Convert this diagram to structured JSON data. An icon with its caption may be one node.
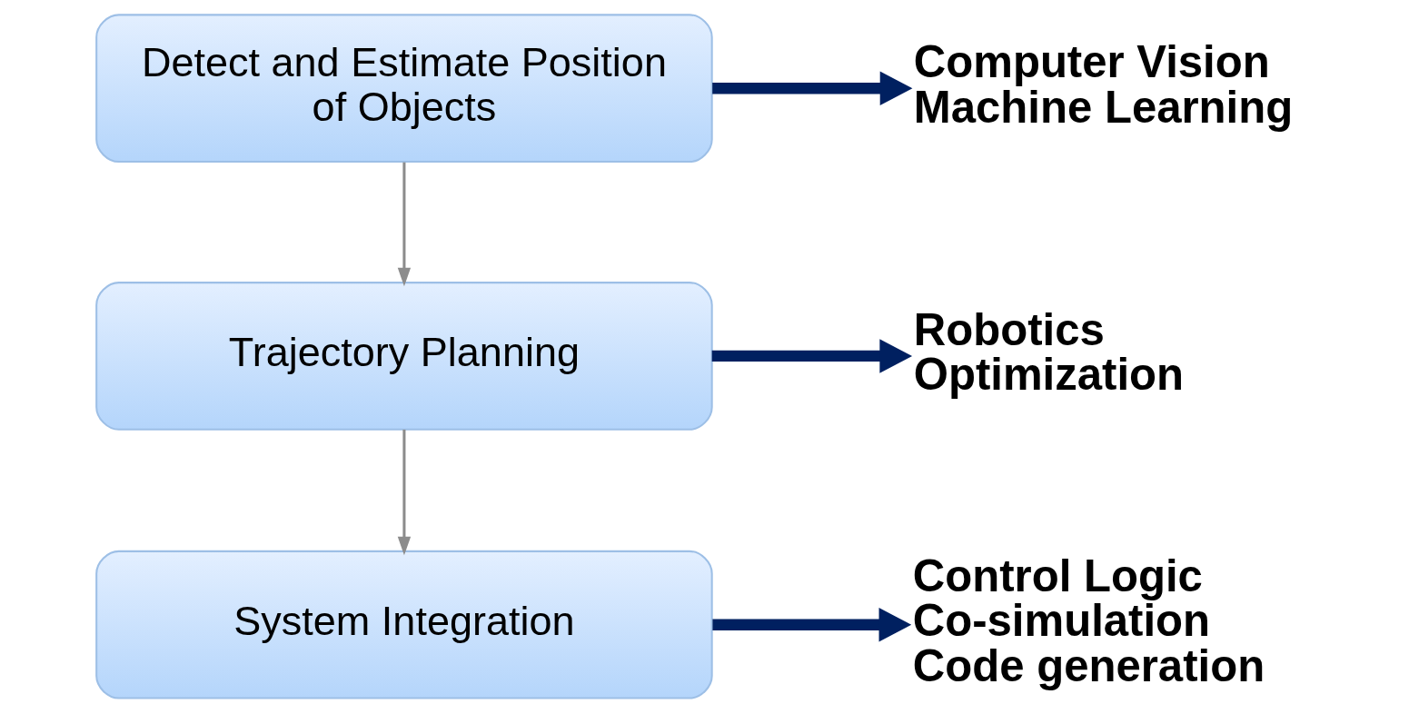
{
  "diagram": {
    "nodes": [
      {
        "text": [
          "Detect and Estimate Position of Objects"
        ]
      },
      {
        "text": [
          "Trajectory Planning"
        ]
      },
      {
        "text": [
          "System Integration"
        ]
      },
      {
        "text": [
          "Computer Vision",
          "Machine Learning"
        ]
      },
      {
        "text": [
          "Robotics",
          "Optimization"
        ]
      },
      {
        "text": [
          "Control Logic",
          "Co-simulation",
          "Code generation"
        ]
      }
    ],
    "edges": [
      {
        "from": 0,
        "to": 1,
        "arrow": "to",
        "color": "#8c8c8c"
      },
      {
        "from": 1,
        "to": 2,
        "arrow": "to",
        "color": "#8c8c8c"
      },
      {
        "from": 0,
        "to": 3,
        "arrow": "to"
      },
      {
        "from": 1,
        "to": 4,
        "arrow": "to"
      },
      {
        "from": 2,
        "to": 5,
        "arrow": "to"
      }
    ]
  }
}
